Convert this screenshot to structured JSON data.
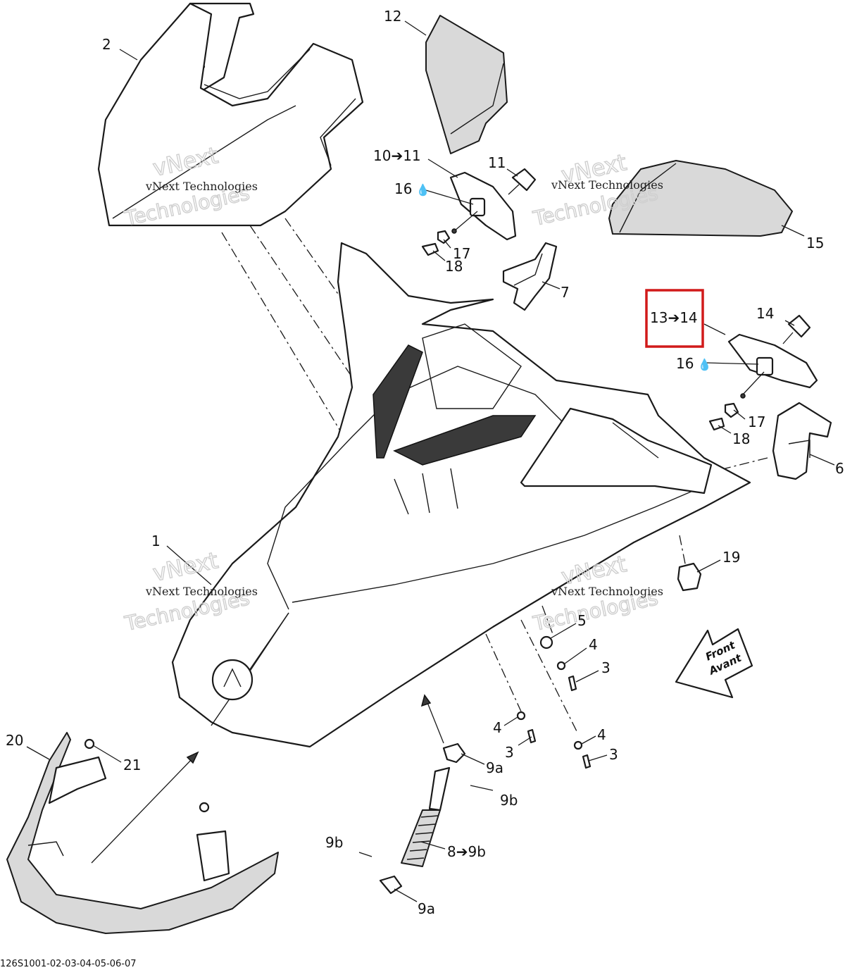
{
  "diagram": {
    "reference_code": "126S1001-02-03-04-05-06-07",
    "watermark": {
      "company": "vNext Technologies",
      "line1": "vNext",
      "line2": "Technologies"
    },
    "front_arrow": {
      "line1": "Front",
      "line2": "Avant"
    },
    "highlight_label": "13➔14",
    "callouts": [
      {
        "id": "c1",
        "text": "1"
      },
      {
        "id": "c2",
        "text": "2"
      },
      {
        "id": "c3a",
        "text": "3"
      },
      {
        "id": "c3b",
        "text": "3"
      },
      {
        "id": "c3c",
        "text": "3"
      },
      {
        "id": "c4a",
        "text": "4"
      },
      {
        "id": "c4b",
        "text": "4"
      },
      {
        "id": "c4c",
        "text": "4"
      },
      {
        "id": "c5",
        "text": "5"
      },
      {
        "id": "c6",
        "text": "6"
      },
      {
        "id": "c7",
        "text": "7"
      },
      {
        "id": "c8",
        "text": "8➔9b"
      },
      {
        "id": "c9a1",
        "text": "9a"
      },
      {
        "id": "c9a2",
        "text": "9a"
      },
      {
        "id": "c9b1",
        "text": "9b"
      },
      {
        "id": "c9b2",
        "text": "9b"
      },
      {
        "id": "c10",
        "text": "10➔11"
      },
      {
        "id": "c11",
        "text": "11"
      },
      {
        "id": "c12",
        "text": "12"
      },
      {
        "id": "c14",
        "text": "14"
      },
      {
        "id": "c15",
        "text": "15"
      },
      {
        "id": "c16a",
        "text": "16"
      },
      {
        "id": "c16b",
        "text": "16"
      },
      {
        "id": "c17a",
        "text": "17"
      },
      {
        "id": "c17b",
        "text": "17"
      },
      {
        "id": "c18a",
        "text": "18"
      },
      {
        "id": "c18b",
        "text": "18"
      },
      {
        "id": "c19",
        "text": "19"
      },
      {
        "id": "c20",
        "text": "20"
      },
      {
        "id": "c21",
        "text": "21"
      }
    ]
  }
}
